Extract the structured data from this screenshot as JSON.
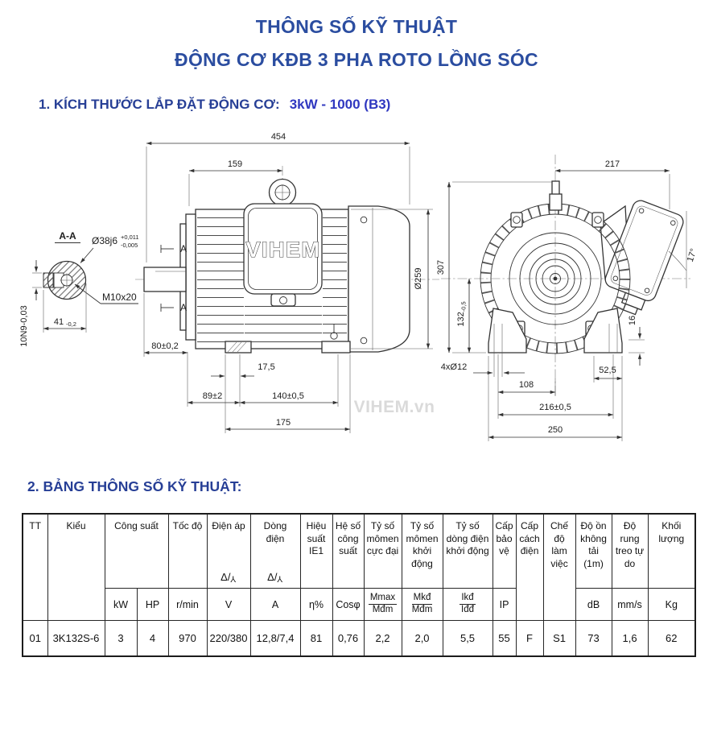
{
  "page": {
    "title_line1": "THÔNG SỐ KỸ THUẬT",
    "title_line2": "ĐỘNG CƠ KĐB 3 PHA ROTO LỒNG SÓC",
    "section1_label": "1. KÍCH THƯỚC LẮP ĐẶT ĐỘNG CƠ:",
    "section1_value": "3kW - 1000 (B3)",
    "section2_label": "2. BẢNG THÔNG SỐ KỸ THUẬT:"
  },
  "drawing": {
    "brand": "VIHEM",
    "watermark": "VIHEM.vn",
    "aa": "A-A",
    "a": "A",
    "d454": "454",
    "d159": "159",
    "o259": "Ø259",
    "d80": "80±0,2",
    "d17_5": "17,5",
    "d89": "89±2",
    "d140": "140±0,5",
    "d175": "175",
    "shaft_dia": "Ø38j6",
    "shaft_sup": "+0,011",
    "shaft_sub": "-0,005",
    "m10": "M10x20",
    "d41": "41",
    "d41tol": "-0,2",
    "key10": "10N9-0,03",
    "d217": "217",
    "d307": "307",
    "d132": "132",
    "d132tol": "-0,5",
    "d17deg": "17°",
    "d4xo12": "4xØ12",
    "d16": "16",
    "d52_5": "52,5",
    "d108": "108",
    "d216": "216±0,5",
    "d250": "250"
  },
  "table": {
    "tt": "TT",
    "kieu": "Kiểu",
    "cong_suat": "Công suất",
    "kw": "kW",
    "hp": "HP",
    "toc_do": "Tốc độ",
    "rmin": "r/min",
    "dien_ap": "Điện áp",
    "v": "V",
    "dong_dien": "Dòng điện",
    "a": "A",
    "delta": "Δ/",
    "wye": "Y",
    "hieu_suat": "Hiệu suất IE1",
    "eta": "η%",
    "he_so": "Hệ số công suất",
    "cos": "Cosφ",
    "ts_mmax": "Tỷ số mômen cực đại",
    "mmax_num": "Mmax",
    "mmax_den": "Mđm",
    "ts_mkd": "Tỷ số mômen khởi động",
    "mkd_num": "Mkđ",
    "mkd_den": "Mđm",
    "ts_ikd": "Tỷ số dòng điện khởi động",
    "ikd_num": "Ikđ",
    "ikd_den": "Iđđ",
    "cap_bao_ve": "Cấp bảo vệ",
    "ip": "IP",
    "cach_dien": "Cấp cách điện",
    "che_do": "Chế độ làm việc",
    "do_on": "Độ ồn không tải (1m)",
    "db": "dB",
    "do_rung": "Độ rung treo tự do",
    "mms": "mm/s",
    "khoi_luong": "Khối lượng",
    "kg": "Kg",
    "row": {
      "tt": "01",
      "kieu": "3K132S-6",
      "kw": "3",
      "hp": "4",
      "rmin": "970",
      "v": "220/380",
      "a": "12,8/7,4",
      "eta": "81",
      "cos": "0,76",
      "mmax": "2,2",
      "mkd": "2,0",
      "ikd": "5,5",
      "ip": "55",
      "cach_dien": "F",
      "che_do": "S1",
      "db": "73",
      "rung": "1,6",
      "kg": "62"
    }
  }
}
